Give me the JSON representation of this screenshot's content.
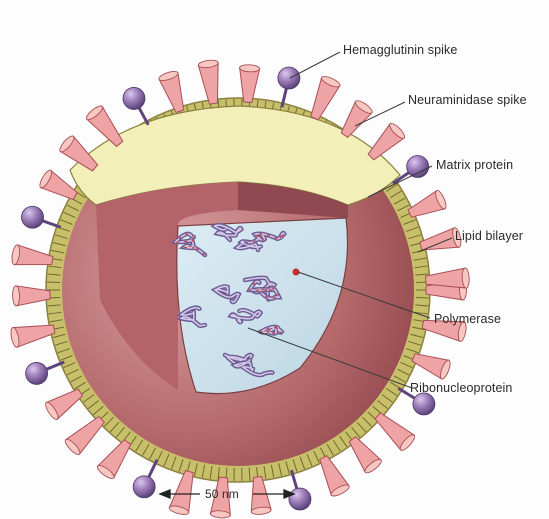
{
  "labels": {
    "hemagglutinin": "Hemagglutinin spike",
    "neuraminidase": "Neuraminidase spike",
    "matrix": "Matrix protein",
    "lipid": "Lipid bilayer",
    "polymerase": "Polymerase",
    "ribonucleoprotein": "Ribonucleoprotein"
  },
  "scale_bar": {
    "text": "50 nm"
  },
  "colors": {
    "spike_pink": "#e89a9a",
    "spike_dark": "#b85c62",
    "neuraminidase_purple": "#9b7cb8",
    "lipid_yellow": "#c8c070",
    "matrix_maroon": "#a8585c",
    "interior_yellow": "#f3efb8",
    "core_blue": "#cfe3ee",
    "rnp_purple": "#7b6b9c",
    "rnp_red": "#c23030"
  }
}
